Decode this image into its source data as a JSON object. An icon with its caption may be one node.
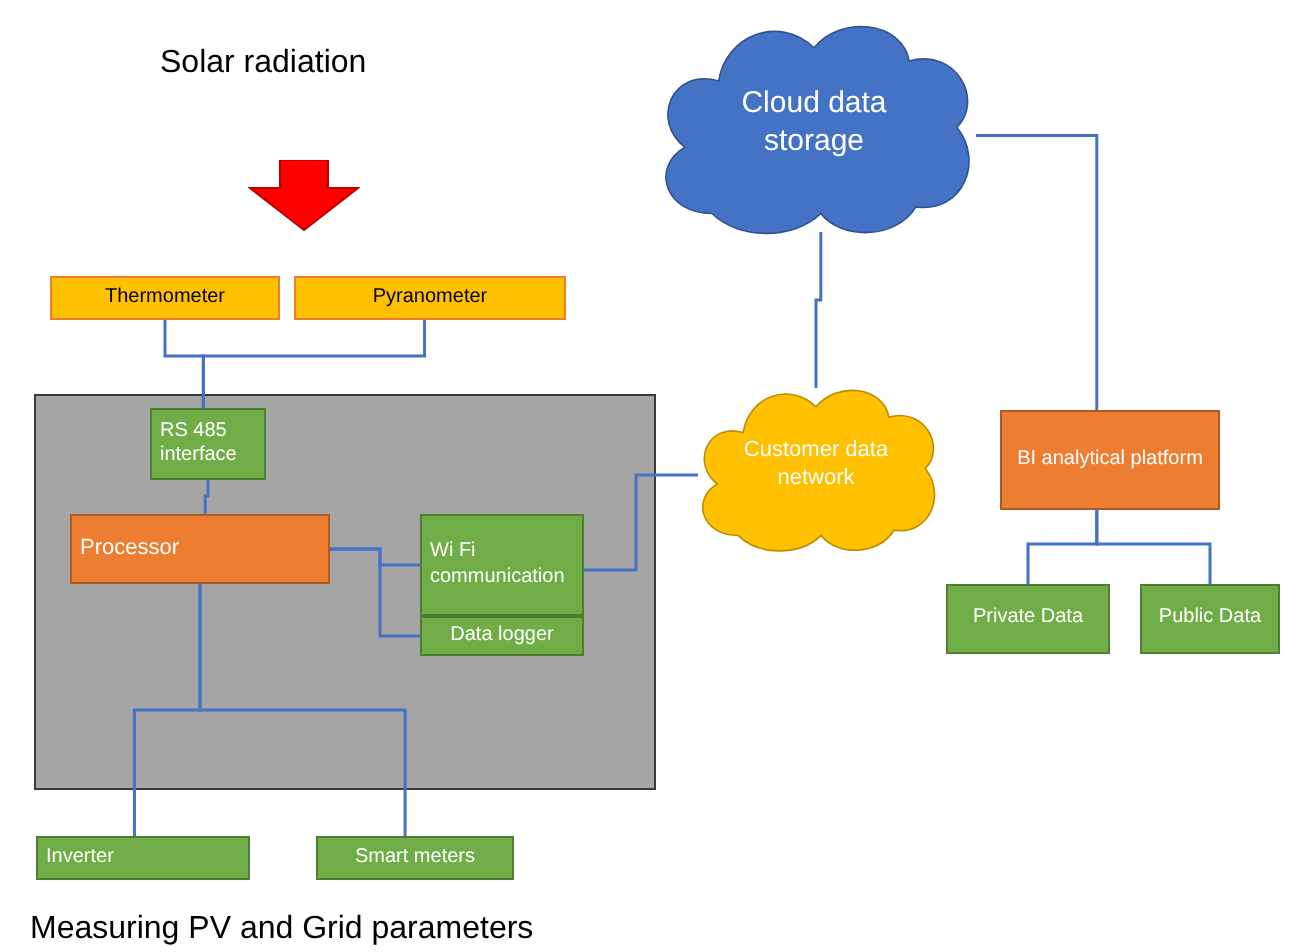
{
  "diagram": {
    "caption": "Measuring PV and Grid parameters",
    "nodes": [
      {
        "text": [
          "Thermometer"
        ]
      },
      {
        "text": [
          "Pyranometer"
        ]
      },
      {
        "text": [],
        "shape": "box"
      },
      {
        "text": [
          "RS 485 interface"
        ],
        "in": 2
      },
      {
        "text": [
          "Processor"
        ],
        "in": 2
      },
      {
        "text": [
          "Wi Fi communication"
        ],
        "in": 2
      },
      {
        "text": [
          "Data logger"
        ],
        "in": 2
      },
      {
        "text": [
          "Inverter"
        ]
      },
      {
        "text": [
          "Smart meters"
        ]
      },
      {
        "text": [
          "Cloud data storage"
        ]
      },
      {
        "text": [
          "Customer data network"
        ]
      },
      {
        "text": [
          "BI analytical platform"
        ]
      },
      {
        "text": [
          "Private Data"
        ]
      },
      {
        "text": [
          "Public Data"
        ]
      }
    ],
    "edges": [
      {
        "from": 0,
        "to": 3,
        "arrow": "none"
      },
      {
        "from": 1,
        "to": 3,
        "arrow": "none"
      },
      {
        "from": 3,
        "to": 4,
        "arrow": "none"
      },
      {
        "from": 4,
        "to": 5,
        "arrow": "none"
      },
      {
        "from": 4,
        "to": 6,
        "arrow": "none"
      },
      {
        "from": 4,
        "to": 7,
        "arrow": "none"
      },
      {
        "from": 4,
        "to": 8,
        "arrow": "none"
      },
      {
        "from": 5,
        "to": 10,
        "arrow": "none"
      },
      {
        "from": 9,
        "to": 10,
        "arrow": "none"
      },
      {
        "from": 9,
        "to": 11,
        "arrow": "none"
      },
      {
        "from": 11,
        "to": 12,
        "arrow": "none"
      },
      {
        "from": 11,
        "to": 13,
        "arrow": "none"
      }
    ],
    "labels": [
      "Solar radiation"
    ]
  }
}
